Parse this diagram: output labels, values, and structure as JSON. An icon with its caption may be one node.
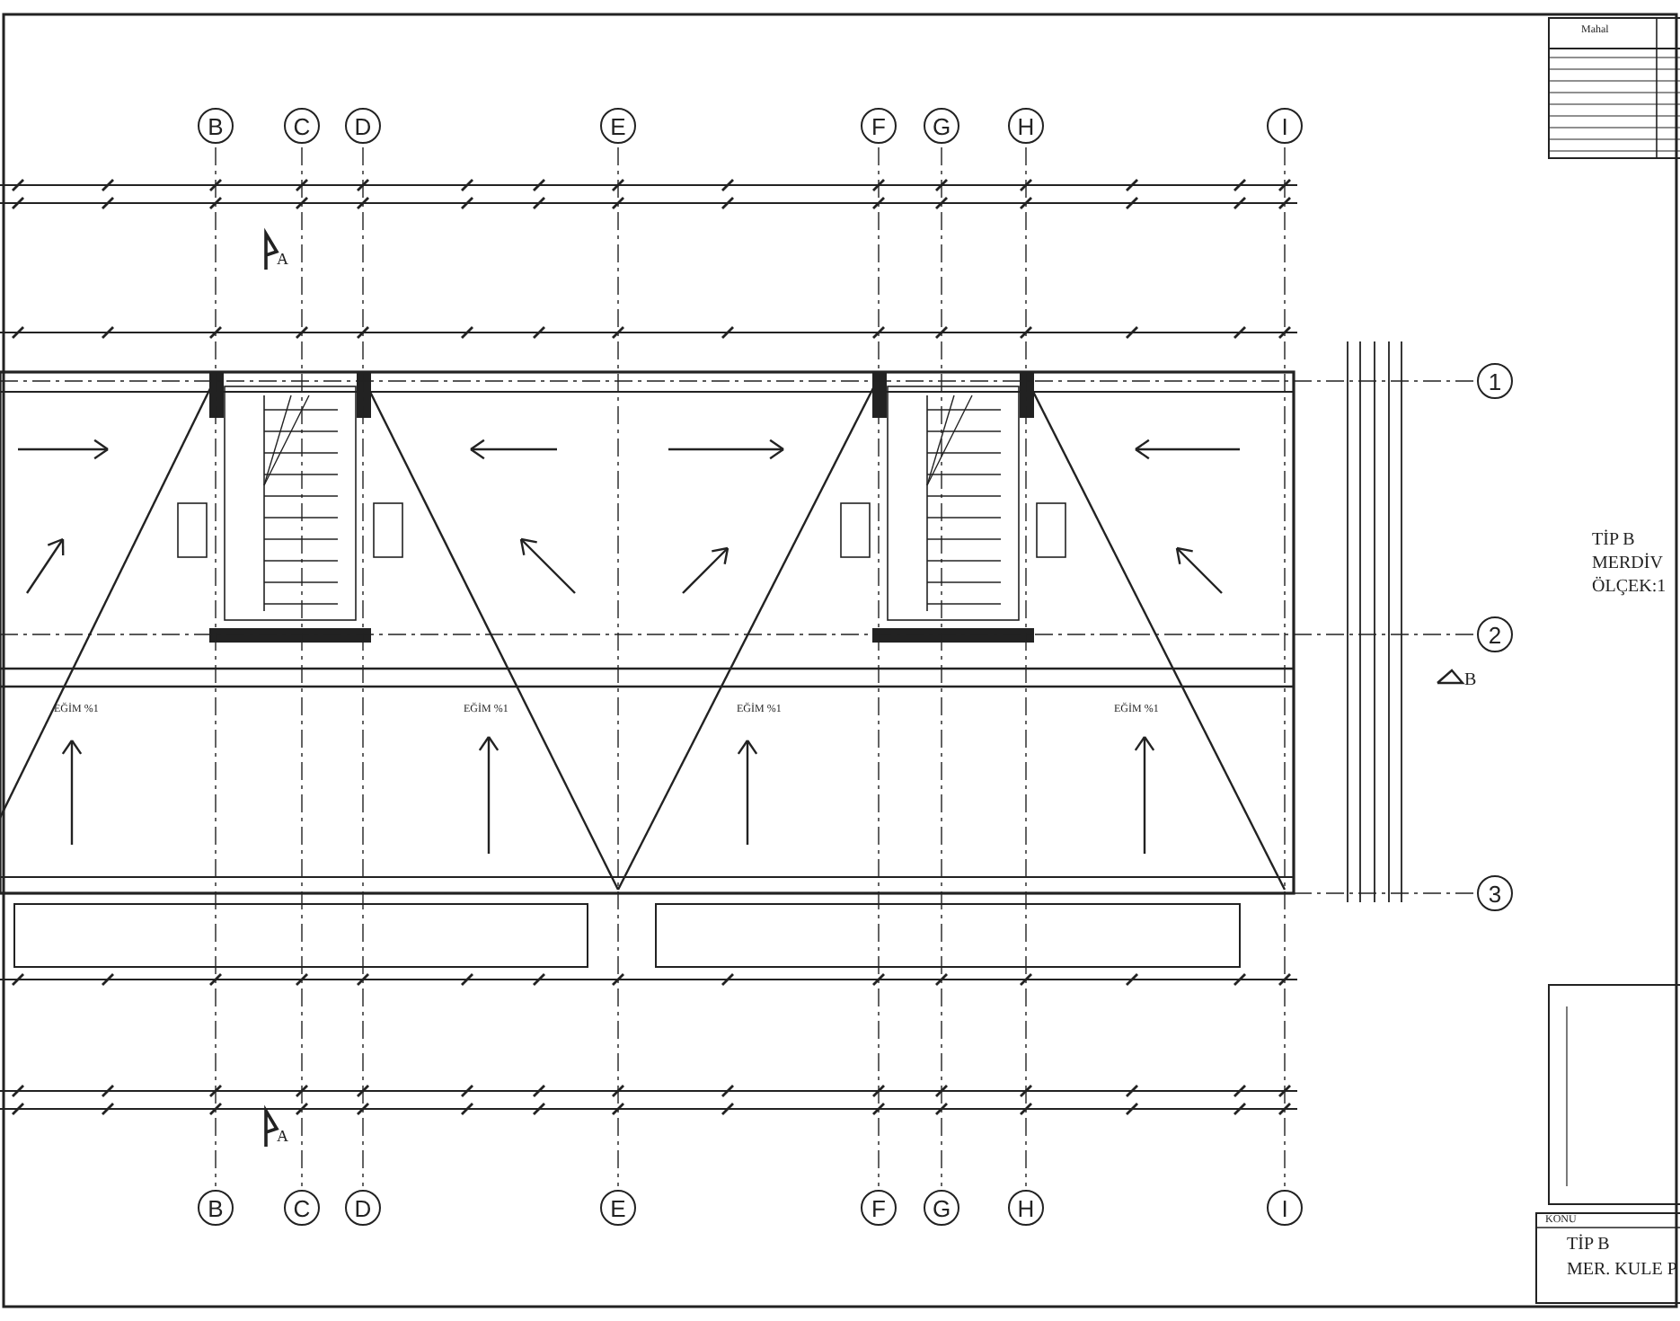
{
  "diagram": {
    "nodes": [
      {
        "text": [
          "B"
        ]
      },
      {
        "text": [
          "C"
        ]
      },
      {
        "text": [
          "D"
        ]
      },
      {
        "text": [
          "E"
        ]
      },
      {
        "text": [
          "F"
        ]
      },
      {
        "text": [
          "G"
        ]
      },
      {
        "text": [
          "H"
        ]
      },
      {
        "text": [
          "I"
        ]
      },
      {
        "text": [
          "1"
        ]
      },
      {
        "text": [
          "2"
        ]
      },
      {
        "text": [
          "3"
        ]
      },
      {
        "text": [
          "B"
        ]
      },
      {
        "text": [
          "C"
        ]
      },
      {
        "text": [
          "D"
        ]
      },
      {
        "text": [
          "E"
        ]
      },
      {
        "text": [
          "F"
        ]
      },
      {
        "text": [
          "G"
        ]
      },
      {
        "text": [
          "H"
        ]
      },
      {
        "text": [
          "I"
        ]
      }
    ],
    "labels": [
      "Mahal",
      "A",
      "EĞİM %1",
      "EĞİM %1",
      "EĞİM %1",
      "EĞİM %1",
      "B",
      "TİP B",
      "MERDİV",
      "ÖLÇEK:1",
      "A",
      "KONU",
      "TİP B",
      "MER. KULE P"
    ]
  }
}
